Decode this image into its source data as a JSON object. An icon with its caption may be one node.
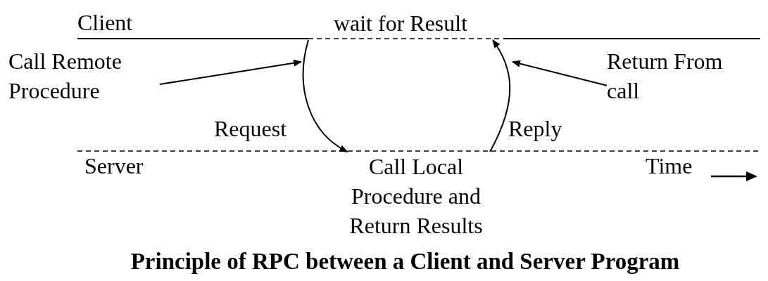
{
  "diagram": {
    "caption": "Principle of RPC between a Client and Server Program",
    "nodes": [
      {
        "text": [
          "Call Remote Procedure"
        ]
      },
      {
        "text": [
          "wait for Result"
        ]
      },
      {
        "text": [
          "Return From call"
        ]
      },
      {
        "text": [
          "Call Local Procedure and Return Results"
        ]
      }
    ],
    "edges": [
      {
        "from": 1,
        "to": 3,
        "arrow": "to",
        "label": "Request"
      },
      {
        "from": 3,
        "to": 1,
        "arrow": "to",
        "label": "Reply"
      },
      {
        "from": 0,
        "to": null,
        "arrow": "to"
      },
      {
        "from": 2,
        "to": null,
        "arrow": "to"
      }
    ],
    "labels": [
      "Client",
      "Server",
      "Time"
    ]
  }
}
